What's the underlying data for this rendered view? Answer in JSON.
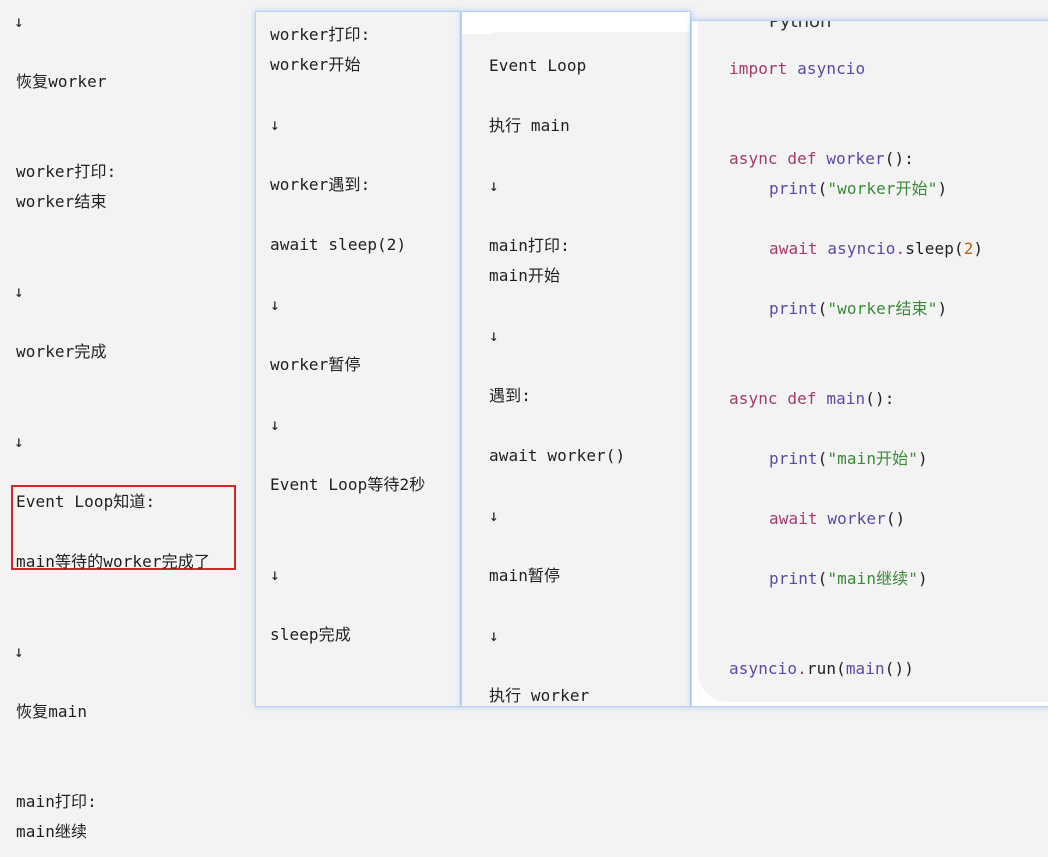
{
  "left_column": {
    "lines": [
      "↓",
      "恢复worker",
      "worker打印:",
      "worker结束",
      "↓",
      "worker完成",
      "↓",
      "Event Loop知道:",
      "main等待的worker完成了",
      "↓",
      "恢复main",
      "main打印:",
      "main继续"
    ]
  },
  "middle_column": {
    "lines": [
      "worker打印:",
      "worker开始",
      "↓",
      "worker遇到:",
      "await sleep(2)",
      "↓",
      "worker暂停",
      "↓",
      "Event Loop等待2秒",
      "↓",
      "sleep完成"
    ]
  },
  "event_column": {
    "lines": [
      "Event Loop",
      "执行 main",
      "↓",
      "main打印:",
      "main开始",
      "↓",
      "遇到:",
      "await worker()",
      "↓",
      "main暂停",
      "↓",
      "执行 worker"
    ]
  },
  "code_panel": {
    "language_label": "Python",
    "tokens": {
      "import": "import",
      "asyncio": "asyncio",
      "async": "async",
      "def": "def",
      "worker_fn": "worker",
      "main_fn": "main",
      "paren_colon": "():",
      "print": "print",
      "str_worker_start": "\"worker开始\"",
      "str_worker_end": "\"worker结束\"",
      "str_main_start": "\"main开始\"",
      "str_main_continue": "\"main继续\"",
      "await": "await",
      "sleep": "sleep",
      "two": "2",
      "run": "run",
      "worker_call": "worker",
      "main_call": "main",
      "empty_call": "()",
      "open_paren": "(",
      "close_paren": ")",
      "close_call": "())",
      "dot": "."
    }
  },
  "colors": {
    "keyword": "#a63a6a",
    "function": "#5a4aa6",
    "string": "#3a8a3a",
    "number": "#b8621b",
    "highlight_box": "#d8232a",
    "panel_glow": "#b8d3f4"
  }
}
